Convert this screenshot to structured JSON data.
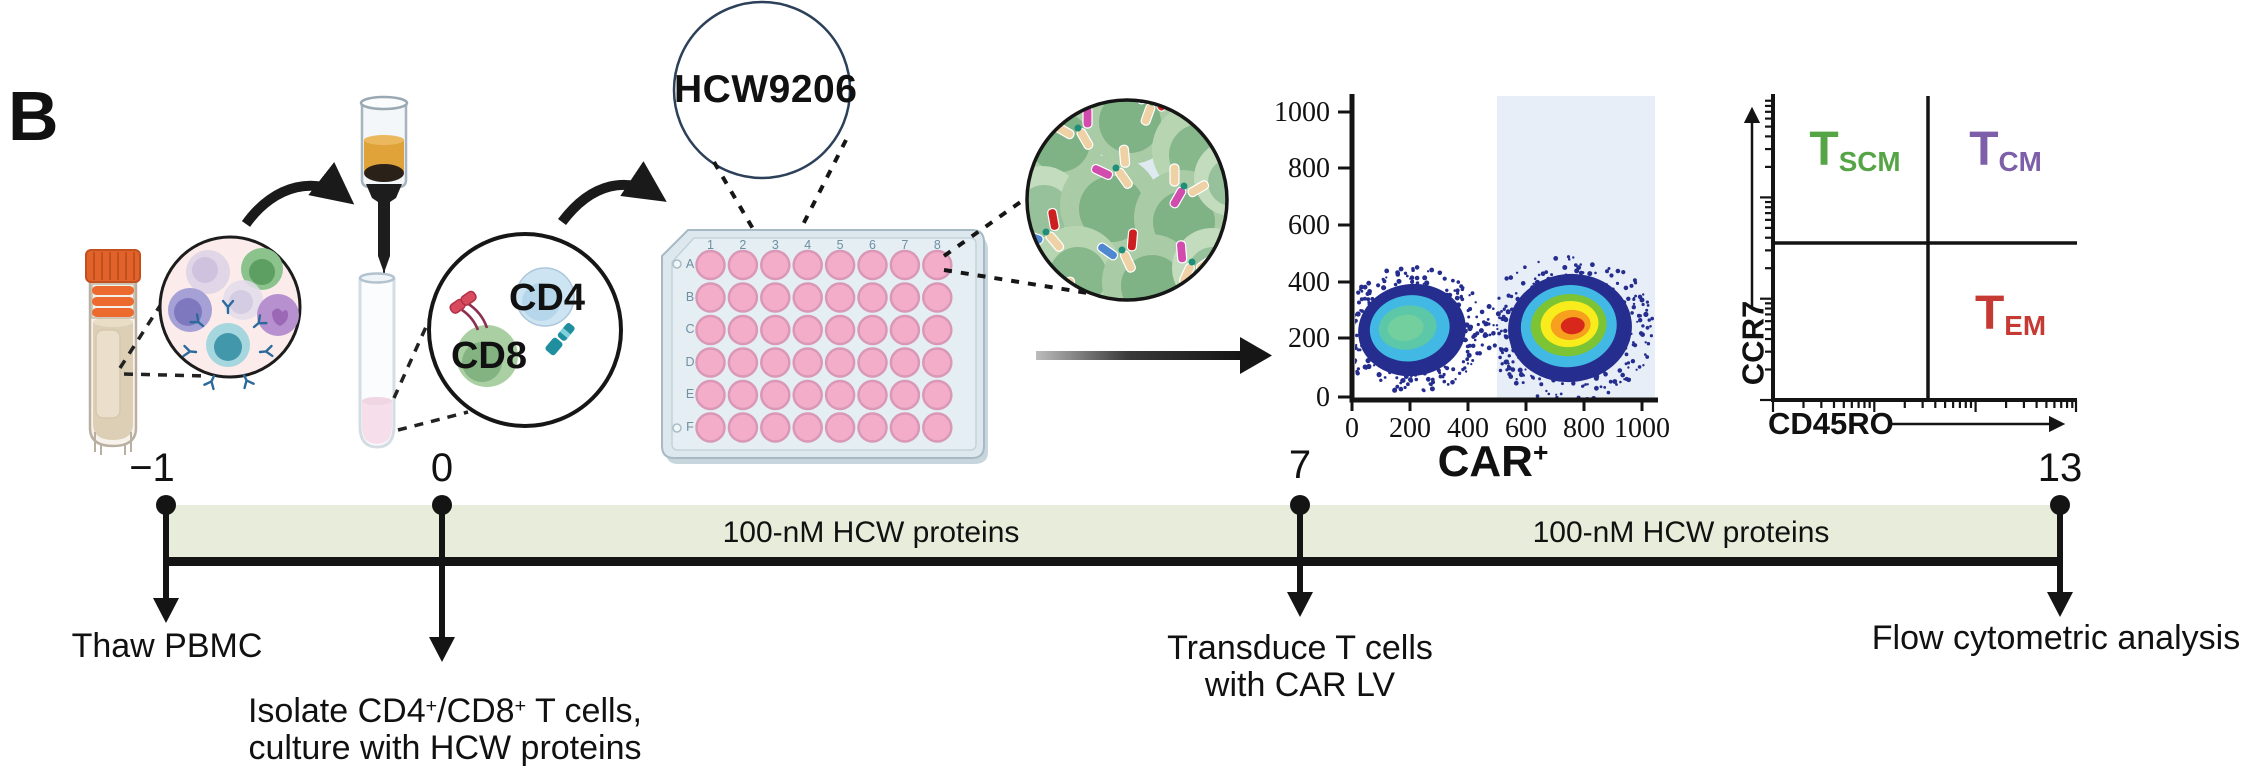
{
  "panel": {
    "label": "B"
  },
  "colors": {
    "timeline_band": "#e7edda",
    "well_pink": "#f4adc9",
    "tscm_green": "#55a546",
    "tcm_purple": "#7d5fa9",
    "tem_red": "#c63a34",
    "gate_shade": "#e8eef8",
    "vial_cap_orange": "#e2622b"
  },
  "magnified_labels": {
    "hcw_protein": "HCW9206",
    "cd8": "CD8",
    "cd4": "CD4"
  },
  "plate": {
    "columns": [
      "1",
      "2",
      "3",
      "4",
      "5",
      "6",
      "7",
      "8"
    ],
    "rows": [
      "A",
      "B",
      "C",
      "D",
      "E",
      "F"
    ]
  },
  "flow_plot": {
    "yticks": [
      "1000",
      "800",
      "600",
      "400",
      "200",
      "0"
    ],
    "xticks": [
      "0",
      "200",
      "400",
      "600",
      "800",
      "1000"
    ],
    "xlabel_main": "CAR",
    "xlabel_sup": "+"
  },
  "quadrant_plot": {
    "ylabel": "CCR7",
    "xlabel": "CD45RO",
    "tscm_main": "T",
    "tscm_sub": "SCM",
    "tcm_main": "T",
    "tcm_sub": "CM",
    "tem_main": "T",
    "tem_sub": "EM"
  },
  "timeline": {
    "days": [
      {
        "label": "−1"
      },
      {
        "label": "0"
      },
      {
        "label": "7"
      },
      {
        "label": "13"
      }
    ],
    "bands": [
      {
        "label": "100-nM HCW proteins"
      },
      {
        "label": "100-nM HCW proteins"
      }
    ],
    "events": {
      "thaw": "Thaw PBMC",
      "isolate_pre": "Isolate CD4",
      "isolate_sup1": "+",
      "isolate_mid": "/CD8",
      "isolate_sup2": "+",
      "isolate_post": " T cells,",
      "isolate_line2": "culture with HCW proteins",
      "transduce_line1": "Transduce T cells",
      "transduce_line2": "with CAR LV",
      "flow": "Flow cytometric analysis"
    }
  },
  "chart_data": [
    {
      "type": "scatter",
      "subtype": "flow-cytometry-density",
      "title": "CAR transduction check at day 7",
      "xlabel": "CAR+",
      "ylabel": "",
      "xlim": [
        0,
        1000
      ],
      "ylim": [
        0,
        1000
      ],
      "xticks": [
        0,
        200,
        400,
        600,
        800,
        1000
      ],
      "yticks": [
        0,
        200,
        400,
        600,
        800,
        1000
      ],
      "populations": [
        {
          "name": "CAR-negative",
          "center_x": 210,
          "center_y": 235,
          "spread_x": 110,
          "spread_y": 85,
          "density_core": "teal-green"
        },
        {
          "name": "CAR-positive (gated)",
          "center_x": 755,
          "center_y": 240,
          "spread_x": 125,
          "spread_y": 100,
          "density_core": "red"
        }
      ],
      "gate": {
        "x_min": 500,
        "x_max": 1000,
        "shaded": true
      }
    },
    {
      "type": "quadrant-gating",
      "title": "Memory phenotype at day 13",
      "xlabel": "CD45RO",
      "ylabel": "CCR7",
      "quadrants": [
        {
          "position": "top-left",
          "label": "TSCM",
          "color": "#55a546"
        },
        {
          "position": "top-right",
          "label": "TCM",
          "color": "#7d5fa9"
        },
        {
          "position": "bottom-right",
          "label": "TEM",
          "color": "#c63a34"
        },
        {
          "position": "bottom-left",
          "label": ""
        }
      ]
    },
    {
      "type": "timeline",
      "unit": "days",
      "points": [
        -1,
        0,
        7,
        13
      ],
      "events": [
        "Thaw PBMC",
        "Isolate CD4+/CD8+ T cells, culture with HCW proteins",
        "Transduce T cells with CAR LV",
        "Flow cytometric analysis"
      ],
      "treatments": [
        {
          "label": "100-nM HCW proteins",
          "from": -1,
          "to": 7
        },
        {
          "label": "100-nM HCW proteins",
          "from": 7,
          "to": 13
        }
      ]
    }
  ]
}
